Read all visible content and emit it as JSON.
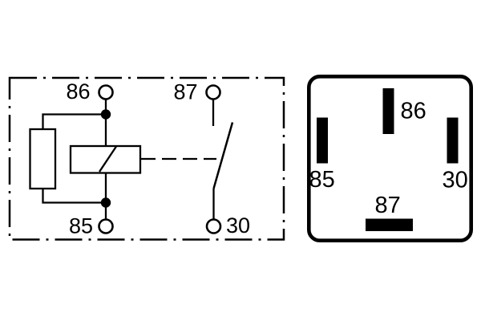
{
  "diagram": {
    "background": "#ffffff",
    "ink": "#000000",
    "schematic": {
      "terminal_top_left": "86",
      "terminal_top_right": "87",
      "terminal_bottom_left": "85",
      "terminal_bottom_right": "30"
    },
    "connector": {
      "pin_top": "86",
      "pin_left": "85",
      "pin_right": "30",
      "pin_bottom": "87"
    }
  }
}
